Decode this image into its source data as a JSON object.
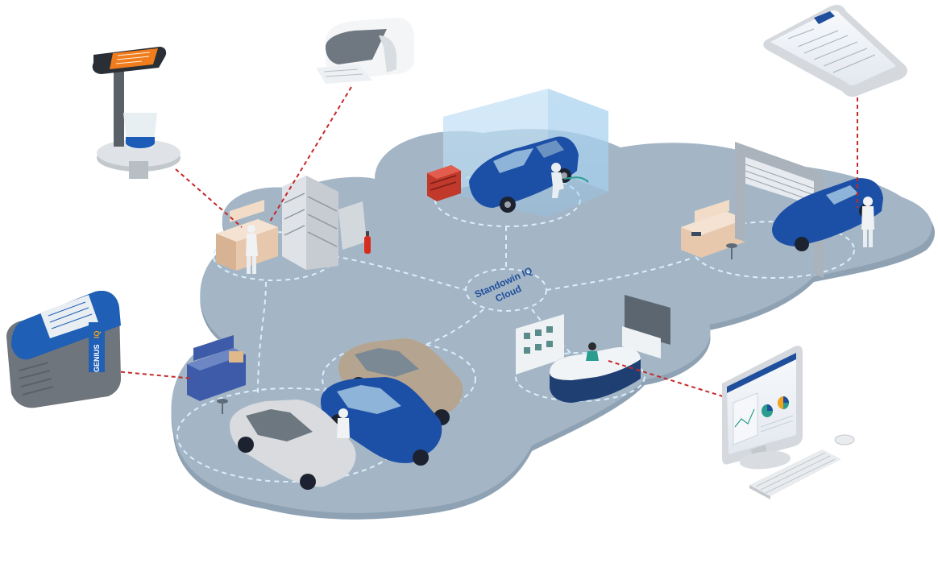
{
  "cloud": {
    "label_line1": "Standowin IQ",
    "label_line2": "Cloud"
  },
  "devices": {
    "genius_brand": "GENIUS",
    "genius_brand_suffix": "IQ"
  },
  "colors": {
    "floor": "#a4b6c6",
    "floor_edge": "#8ea2b4",
    "dash_flow": "#dbeefb",
    "connector": "#c62828",
    "brand_blue": "#1f4f9c",
    "car_blue": "#1c4fa6",
    "car_silver": "#d9dbde",
    "car_beige": "#b5a590"
  }
}
